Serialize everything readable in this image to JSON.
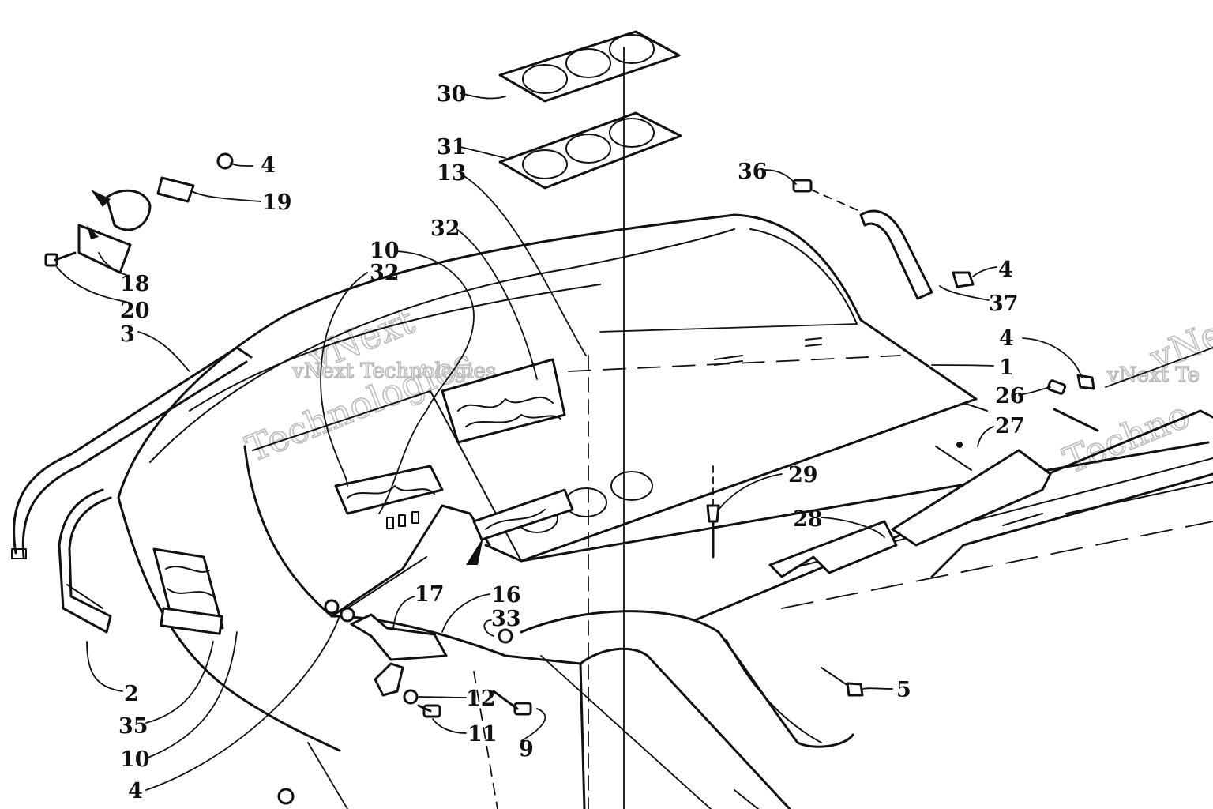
{
  "callouts": [
    {
      "id": "c30",
      "text": "30"
    },
    {
      "id": "c31",
      "text": "31"
    },
    {
      "id": "c13",
      "text": "13"
    },
    {
      "id": "c36",
      "text": "36"
    },
    {
      "id": "c4a",
      "text": "4"
    },
    {
      "id": "c19",
      "text": "19"
    },
    {
      "id": "c18",
      "text": "18"
    },
    {
      "id": "c20",
      "text": "20"
    },
    {
      "id": "c3",
      "text": "3"
    },
    {
      "id": "c32a",
      "text": "32"
    },
    {
      "id": "c10a",
      "text": "10"
    },
    {
      "id": "c32b",
      "text": "32"
    },
    {
      "id": "c4b",
      "text": "4"
    },
    {
      "id": "c37",
      "text": "37"
    },
    {
      "id": "c4c",
      "text": "4"
    },
    {
      "id": "c1",
      "text": "1"
    },
    {
      "id": "c26",
      "text": "26"
    },
    {
      "id": "c27",
      "text": "27"
    },
    {
      "id": "c29",
      "text": "29"
    },
    {
      "id": "c28",
      "text": "28"
    },
    {
      "id": "c17",
      "text": "17"
    },
    {
      "id": "c16",
      "text": "16"
    },
    {
      "id": "c33",
      "text": "33"
    },
    {
      "id": "c5",
      "text": "5"
    },
    {
      "id": "c12",
      "text": "12"
    },
    {
      "id": "c11",
      "text": "11"
    },
    {
      "id": "c9",
      "text": "9"
    },
    {
      "id": "c2",
      "text": "2"
    },
    {
      "id": "c35",
      "text": "35"
    },
    {
      "id": "c10b",
      "text": "10"
    },
    {
      "id": "c4d",
      "text": "4"
    }
  ],
  "watermark": {
    "line1": "vNext",
    "line2": "Technologies",
    "inline": "vNext Technologies",
    "right_inline": "vNext Te",
    "right_line1": "vNe",
    "right_line2": "Techno"
  }
}
